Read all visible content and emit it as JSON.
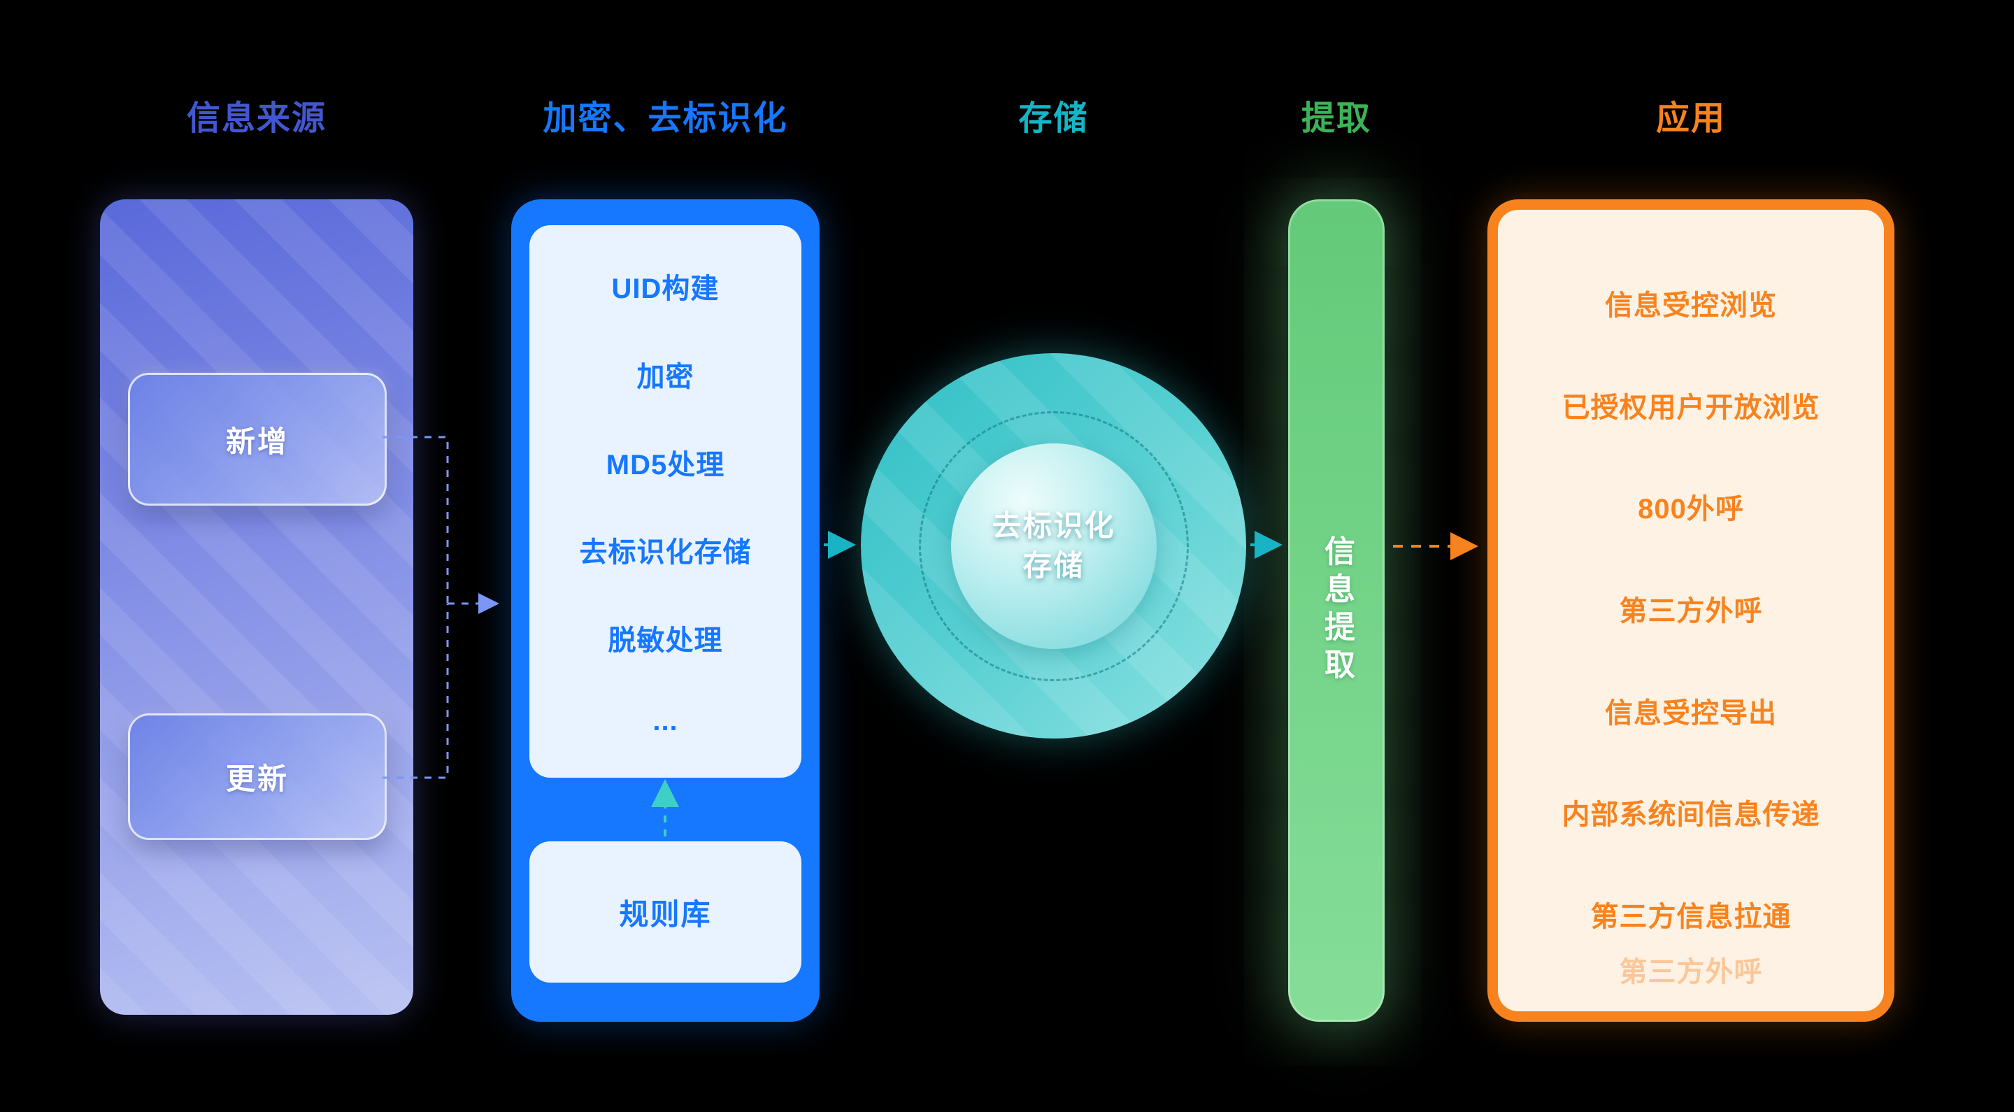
{
  "headers": [
    {
      "label": "信息来源",
      "color": "#4257cf"
    },
    {
      "label": "加密、去标识化",
      "color": "#1677ff"
    },
    {
      "label": "存储",
      "color": "#14b5c6"
    },
    {
      "label": "提取",
      "color": "#3cb357"
    },
    {
      "label": "应用",
      "color": "#f8831e"
    }
  ],
  "source": {
    "items": [
      "新增",
      "更新"
    ]
  },
  "encryption": {
    "steps": [
      "UID构建",
      "加密",
      "MD5处理",
      "去标识化存储",
      "脱敏处理",
      "..."
    ],
    "rule_lib": "规则库"
  },
  "storage": {
    "label_line1": "去标识化",
    "label_line2": "存储"
  },
  "extraction": {
    "label": "信息提取"
  },
  "application": {
    "items": [
      "信息受控浏览",
      "已授权用户开放浏览",
      "800外呼",
      "第三方外呼",
      "信息受控导出",
      "内部系统间信息传递",
      "第三方信息拉通",
      "第三方外呼"
    ]
  },
  "colors": {
    "background": "#000000",
    "source_panel": "#8490e6",
    "encryption_panel": "#1677ff",
    "card_background": "#e9f3ff",
    "storage_teal": "#2fbfc6",
    "extraction_green": "#6ccd80",
    "application_border": "#f8831e",
    "application_background": "#fdf2e4",
    "connector_blue": "#7b96f5",
    "connector_teal": "#18b3c4",
    "connector_orange": "#f8831e"
  }
}
